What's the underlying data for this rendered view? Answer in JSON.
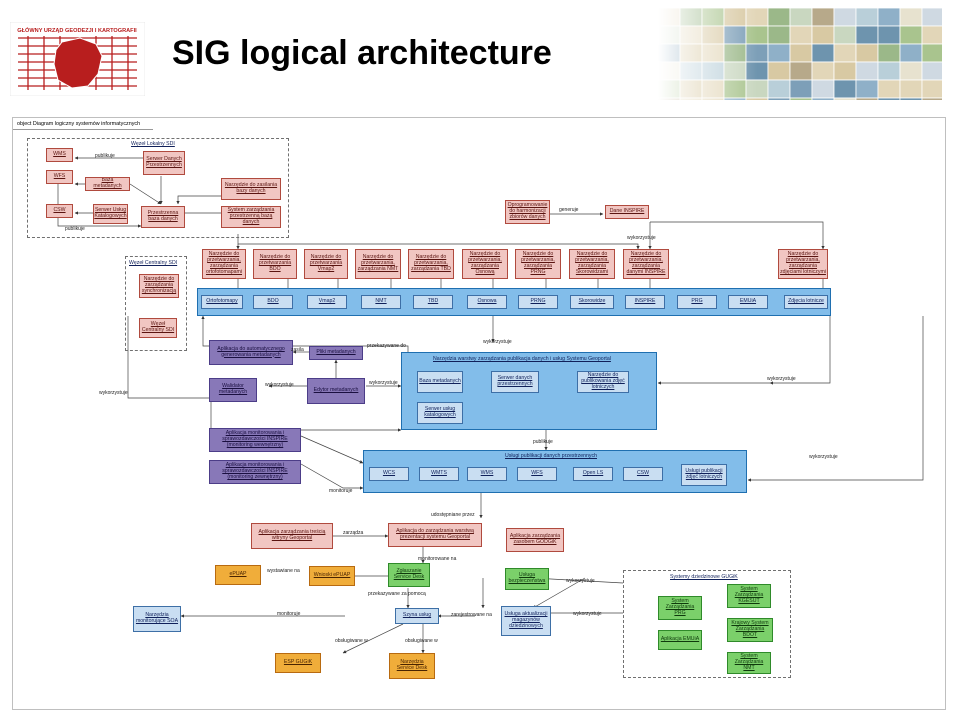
{
  "header": {
    "title": "SIG logical architecture",
    "logo_text": [
      "GŁÓWNY URZĄD GEODEZJI I KARTOGRAFII"
    ]
  },
  "diagram": {
    "frame_caption": "object Diagram logiczny systemów informatycznych",
    "local": {
      "title": "Węzeł Lokalny SDI",
      "wms": "WMS",
      "wfs": "WFS",
      "csw": "CSW",
      "serwer_danych": "Serwer Danych Przestrzennych",
      "baza_metadanych": "Baza metadanych",
      "serwer_uslug": "Serwer Usług Katalogowych",
      "przestrzenna_baza": "Przestrzenna baza danych",
      "narzedzie_zasilania": "Narzędzie do zasilania bazy danych",
      "system_zarzadzania": "System zarządzania przestrzenną bazą danych",
      "publikuje1": "publikuje",
      "publikuje2": "publikuje"
    },
    "central": {
      "title": "Węzeł Centralny SDI",
      "narzedzie_synch": "Narzędzie do zarządzania synchronizacją",
      "wezel_centralny": "Węzeł Centralny SDI"
    },
    "oprogramowanie": "Oprogramowanie do harmonizacji zbiorów danych",
    "dane_inspire": "Dane INSPIRE",
    "generuje": "generuje",
    "wykorzystuje": "wykorzystuje",
    "tools": [
      "Narzędzie do przetwarzania, zarządzania ortofotomapami",
      "Narzędzie do przetwarzania BDO",
      "Narzędzie do przetwarzania Vmap2",
      "Narzędzie do przetwarzania, zarządzania NMT",
      "Narzędzie do przetwarzania, zarządzania TBD",
      "Narzędzie do przetwarzania, zarządzania Osnową",
      "Narzędzie do przetwarzania, zarządzania PRNG",
      "Narzędzie do przetwarzania, zarządzania Skorowidzami",
      "Narzędzie do przetwarzania, zarządzania danymi INSPIRE",
      "Narzędzie do przetwarzania, zarządzania zdjęciami lotniczymi"
    ],
    "datasets": [
      "Ortofotomapy",
      "BDO",
      "Vmap2",
      "NMT",
      "TBD",
      "Osnowa",
      "PRNG",
      "Skorowidze",
      "INSPIRE",
      "PRG",
      "EMUiA",
      "Zdjęcia lotnicze"
    ],
    "app_auto_meta": "Aplikacja do automatycznego generowania metadanych",
    "zasila": "zasila",
    "pliki_metadanych": "Pliki metadanych",
    "przekazywane_do": "przekazywane do",
    "walidator": "Walidator metadanych",
    "wykorzystuje_lc": "wykorzystuje",
    "edytor": "Edytor metadanych",
    "publication_layer": {
      "title": "Narzędzia warstwy zarządzania publikacja danych i usług Systemu Geoportal",
      "baza": "Baza metadanych",
      "serwer_danych": "Serwer danych przestrzennych",
      "narzedzie_pub": "Narzędzie do publikowania zdjęć lotniczych",
      "serwer_uslug": "Serwer usług katalogowych"
    },
    "monitor_internal": "Aplikacja monitorowania i sprawozdawczości INSPIRE (monitoring wewnętrzny)",
    "monitor_external": "Aplikacja monitorowania i sprawozdawczości INSPIRE (monitoring zewnętrzny)",
    "monitoruje": "monitoruje",
    "publikuje": "publikuje",
    "services": {
      "title": "Usługi publikacji danych przestrzennych",
      "items": [
        "WCS",
        "WMTS",
        "WMS",
        "WFS",
        "Open LS",
        "CSW",
        "Usługi publikacji zdjęć lotniczych"
      ]
    },
    "wlasciwie": "wykorzystuje",
    "udostepniane_przez": "udostępniane przez",
    "app_tresc": "Aplikacja zarządzania treścią witryny Geoportal",
    "zarzadza": "zarządza",
    "app_prezentacji": "Aplikacja do zarządzania warstwą prezentacji systemu Geoportal",
    "app_zasobami": "Aplikacja zarządzania zasobem GODGiK",
    "monitorowane_na": "monitorowane na",
    "epuap": "ePUAP",
    "wystawiane_na": "wystawiane na",
    "wnioski": "Wnioski ePUAP",
    "zglaszanie": "Zgłaszanie Service Desk",
    "usluga_bezp": "Usługa bezpieczeństwa",
    "przekazywane_pomoca": "przekazywane za pomocą",
    "monitoruje2": "monitoruje",
    "szyna": "Szyna usług",
    "zarejestrowane": "zarejestrowane na",
    "usluga_aktual": "Usługa aktualizacji magazynów dziedzinowych",
    "narzedzie_soa": "Narzędzia monitorujące SOA",
    "obslugiwane_w": "obsługiwane w",
    "obslugiwane_w2": "obsługiwane w",
    "esp": "ESP GUGiK",
    "service_desk": "Narzędzia Service Desk",
    "wykorzystuje_end": "wykorzystuje",
    "domain": {
      "title": "Systemy dziedzinowe GUGiK",
      "prg": "System Zarządzania PRG",
      "emuia": "Aplikacja EMUiA",
      "kgesut": "System Zarządzania KGESUT",
      "bdot": "Krajowy System Zarządzania BDOT",
      "nmt": "System Zarządzania NMT"
    }
  },
  "colors": {
    "red_box": "#f1c6c2",
    "blue_box": "#c9def2",
    "purple_box": "#8878b8",
    "green_box": "#7bd06a",
    "orange_box": "#f0ad3a",
    "panel_blue": "#82bdea"
  }
}
